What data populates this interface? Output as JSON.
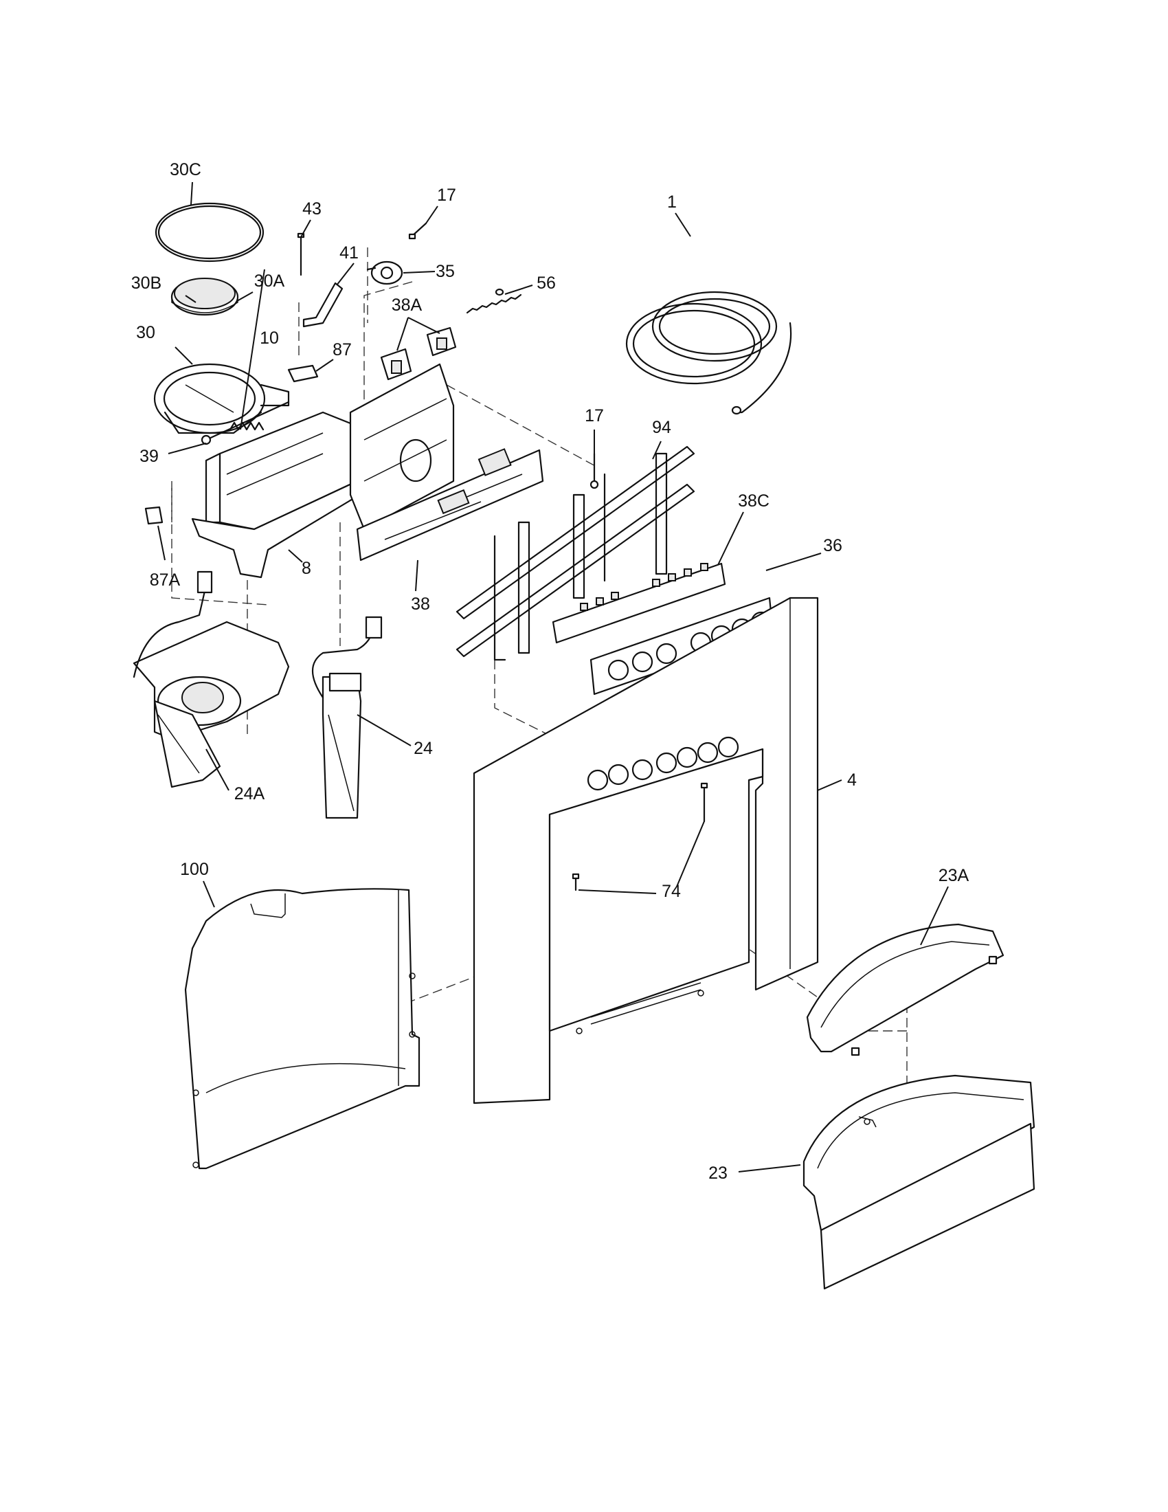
{
  "callouts": {
    "c30C": "30C",
    "c43": "43",
    "c17a": "17",
    "c1": "1",
    "c41": "41",
    "c35": "35",
    "c56": "56",
    "c30B": "30B",
    "c30A": "30A",
    "c38A": "38A",
    "c30": "30",
    "c10": "10",
    "c87": "87",
    "c17b": "17",
    "c94": "94",
    "c39": "39",
    "c38C": "38C",
    "c36": "36",
    "c87A": "87A",
    "c8": "8",
    "c38": "38",
    "c24": "24",
    "c24A": "24A",
    "c4": "4",
    "c100": "100",
    "c74": "74",
    "c23A": "23A",
    "c23": "23"
  }
}
